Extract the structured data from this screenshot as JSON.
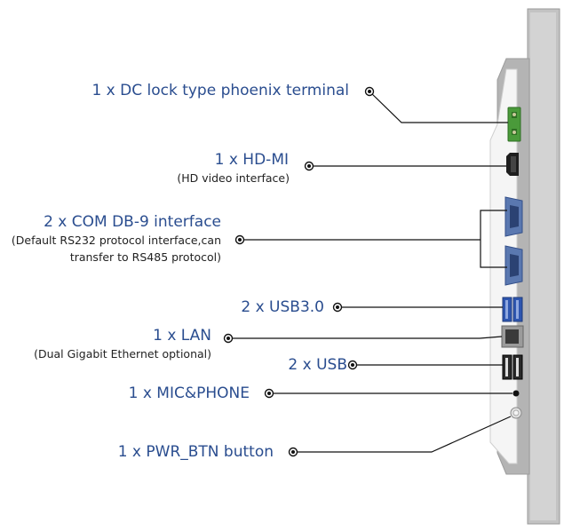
{
  "callouts": [
    {
      "id": "dc",
      "label": "1 x DC lock type phoenix terminal",
      "sub": ""
    },
    {
      "id": "hdmi",
      "label": "1 x HD-MI",
      "sub": "(HD video interface)"
    },
    {
      "id": "com",
      "label": "2 x COM DB-9 interface",
      "sub": "(Default RS232 protocol interface,can",
      "sub2": "transfer to RS485 protocol)"
    },
    {
      "id": "usb3",
      "label": "2 x USB3.0",
      "sub": ""
    },
    {
      "id": "lan",
      "label": "1 x LAN",
      "sub": "(Dual Gigabit Ethernet optional)"
    },
    {
      "id": "usb",
      "label": "2 x USB",
      "sub": ""
    },
    {
      "id": "mic",
      "label": "1 x MIC&PHONE",
      "sub": ""
    },
    {
      "id": "pwr",
      "label": "1 x PWR_BTN button",
      "sub": ""
    }
  ],
  "colors": {
    "label": "#2a4d8f",
    "sub": "#222222",
    "leader": "#111111",
    "panel_body": "#f4f4f4",
    "panel_frame": "#b9b9b9",
    "terminal": "#4a9a3a",
    "port_blue": "#5a78b0"
  }
}
